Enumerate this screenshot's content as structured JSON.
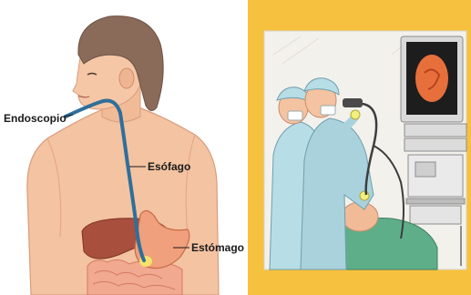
{
  "illustration": {
    "left_panel": {
      "labels": {
        "endoscope": "Endoscopio",
        "esophagus": "Esófago",
        "stomach": "Estómago"
      }
    }
  },
  "colors": {
    "right_background": "#f6c13f",
    "skin": "#f4c3a1",
    "hair": "#8a6a58",
    "scrubs": "#b7dde6",
    "endoscope_tube": "#2f6f9a",
    "liver": "#a84f3e",
    "stomach": "#f0a07c",
    "intestine": "#f1a98f",
    "monitor_screen": "#1d1d1d",
    "monitor_image": "#e76f3c"
  }
}
